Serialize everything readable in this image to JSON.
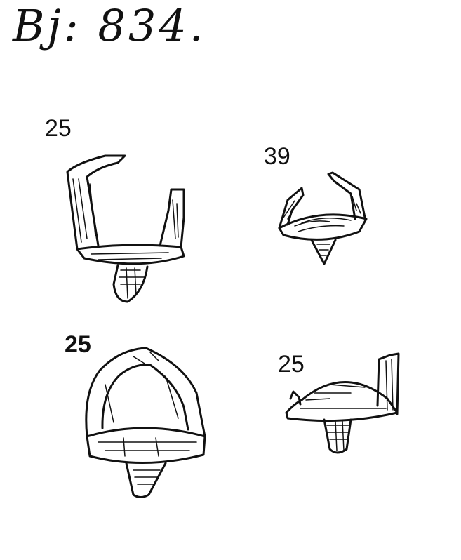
{
  "header": {
    "label": "Bj: 834."
  },
  "figures": [
    {
      "label": "25"
    },
    {
      "label": "39"
    },
    {
      "label": "25"
    },
    {
      "label": "25"
    }
  ]
}
